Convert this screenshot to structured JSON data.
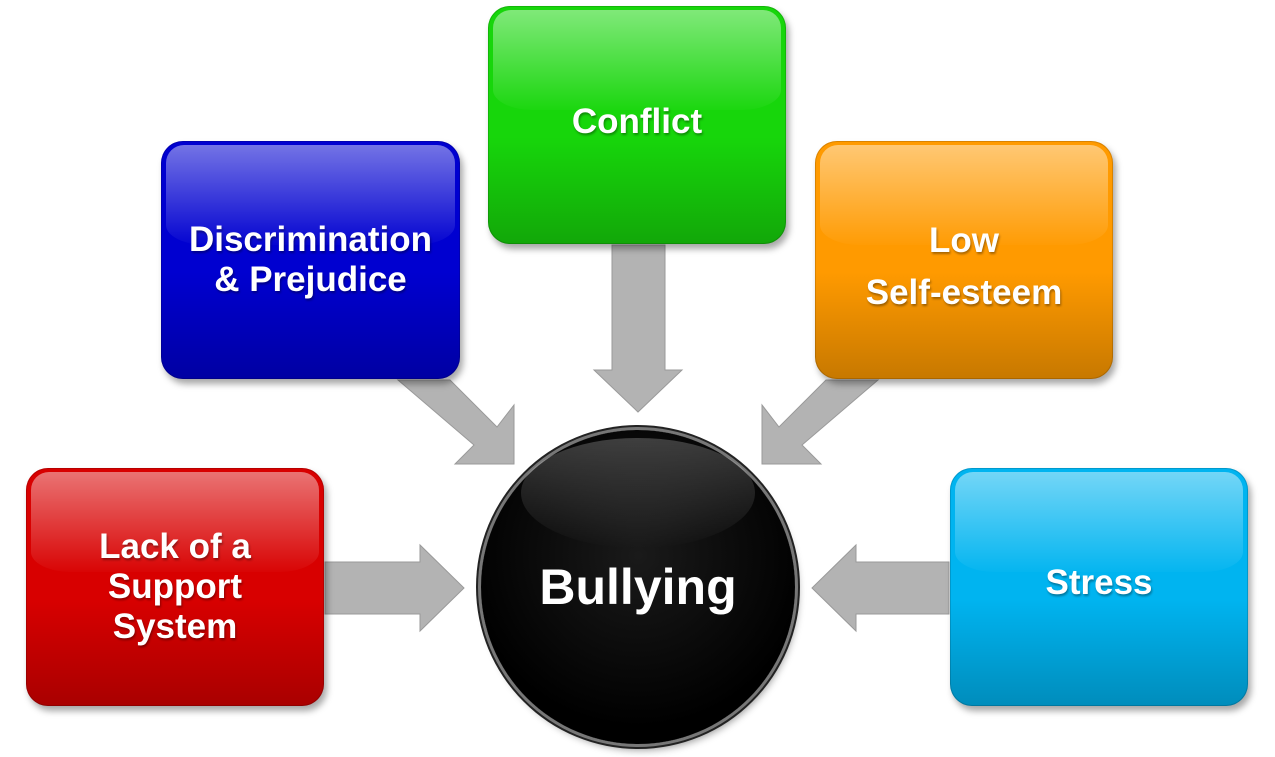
{
  "center": {
    "label": "Bullying",
    "color": "#000000"
  },
  "causes": [
    {
      "id": "conflict",
      "label": "Conflict",
      "color": "#17d60b"
    },
    {
      "id": "discrimination",
      "label": "Discrimination\n& Prejudice",
      "color": "#0000d0"
    },
    {
      "id": "selfesteem",
      "label": "Low\nSelf-esteem",
      "color": "#ff9a00"
    },
    {
      "id": "support",
      "label": "Lack of a\nSupport\nSystem",
      "color": "#d80000"
    },
    {
      "id": "stress",
      "label": "Stress",
      "color": "#00b4f0"
    }
  ],
  "arrow_color": "#b3b3b3"
}
